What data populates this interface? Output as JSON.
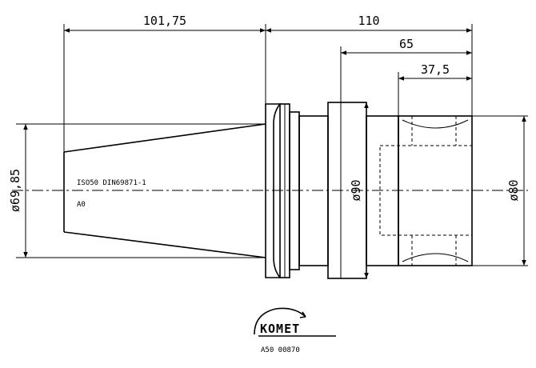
{
  "dimensions": {
    "overall_left": "101,75",
    "overall_right": "110",
    "length_65": "65",
    "length_37": "37,5",
    "dia_flange": "ø69,85",
    "dia_mid": "ø90",
    "dia_end": "ø80"
  },
  "annotations": {
    "standard": "ISO50 DIN69871-1",
    "form": "A0"
  },
  "logo": {
    "brand": "KOMET",
    "part_number": "A50 00870"
  }
}
